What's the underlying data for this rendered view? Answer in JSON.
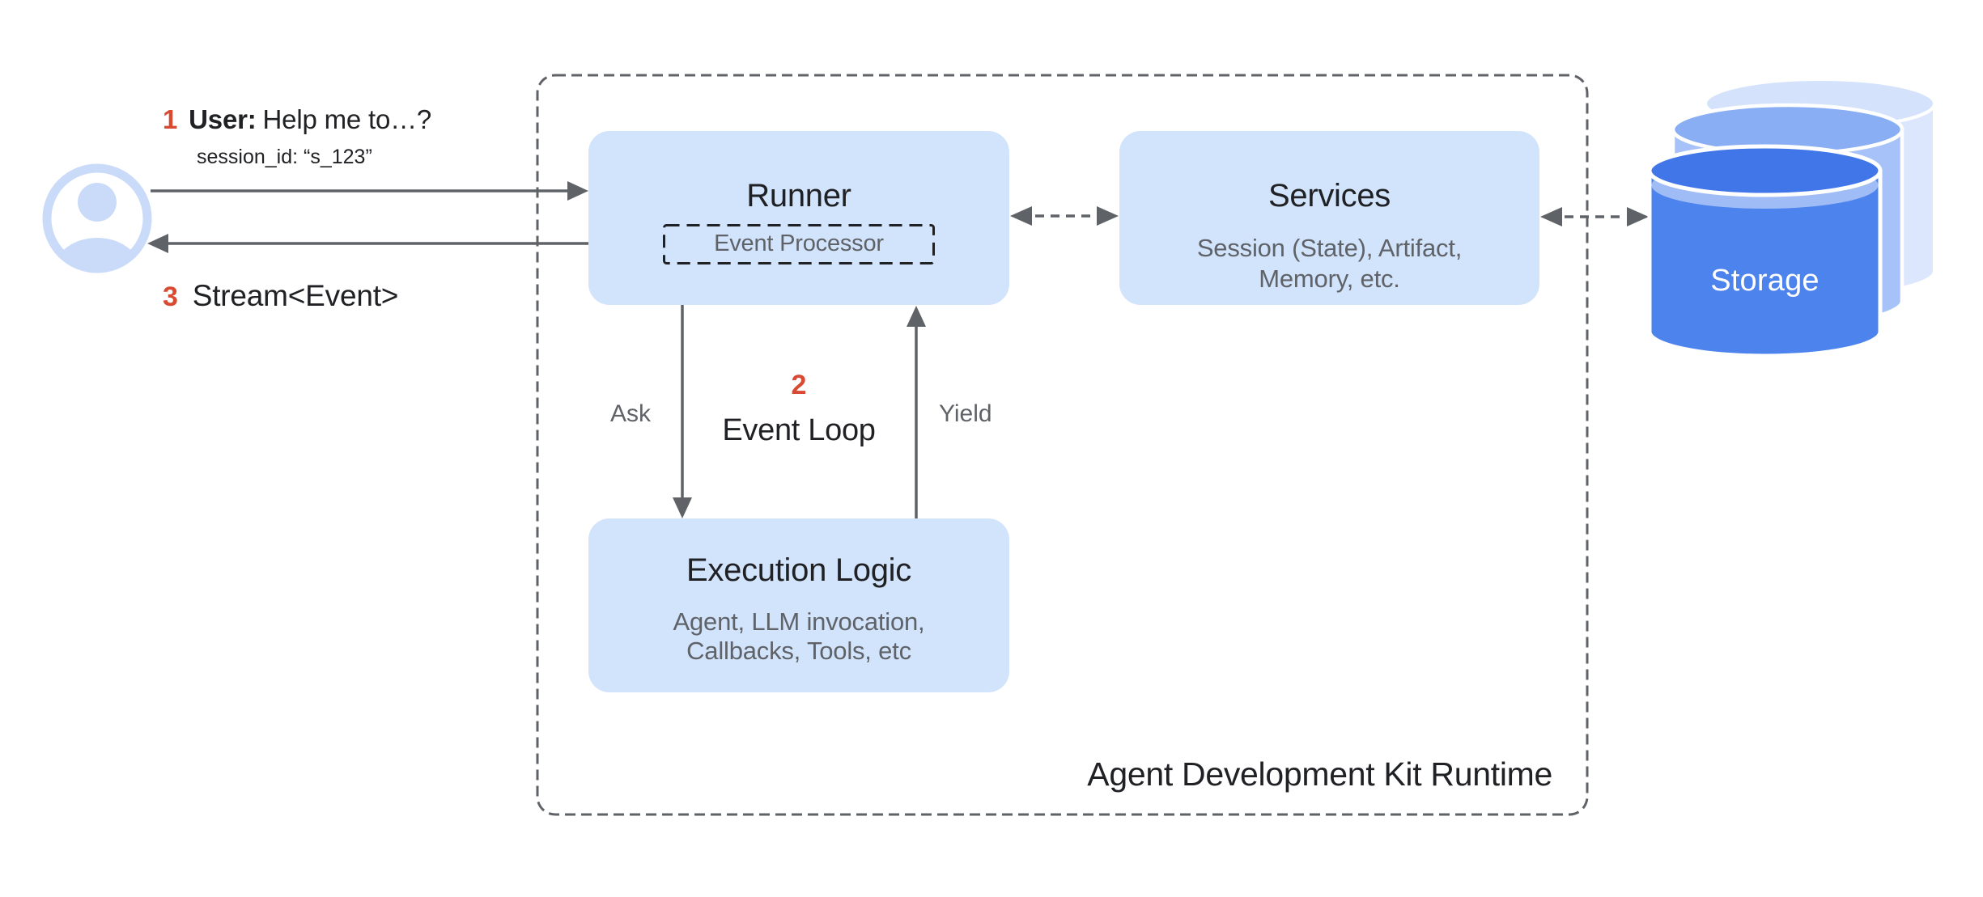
{
  "palette": {
    "box_fill": "#d2e3fc",
    "accent_red": "#d94a33",
    "line_gray": "#5f6368",
    "text_dark": "#202124",
    "text_gray": "#5f6368",
    "avatar_blue": "#c9dbf9",
    "storage_front_lid": "#4076e8",
    "storage_front_body": "#4d83ed",
    "storage_mid_body": "#a6c2f8",
    "storage_back_body": "#dce7fd"
  },
  "user": {
    "step_number": "1",
    "speaker_label": "User:",
    "message": "Help me to…?",
    "session_id": "session_id: “s_123”",
    "response_step_number": "3",
    "response_text": "Stream<Event>"
  },
  "runtime": {
    "container_label": "Agent Development Kit Runtime",
    "runner": {
      "title": "Runner",
      "event_processor_label": "Event Processor"
    },
    "services": {
      "title": "Services",
      "description_line1": "Session (State), Artifact,",
      "description_line2": "Memory, etc."
    },
    "execution_logic": {
      "title": "Execution Logic",
      "description_line1": "Agent, LLM invocation,",
      "description_line2": "Callbacks, Tools, etc"
    },
    "event_loop": {
      "step_number": "2",
      "label": "Event Loop",
      "ask_label": "Ask",
      "yield_label": "Yield"
    }
  },
  "storage": {
    "label": "Storage"
  }
}
